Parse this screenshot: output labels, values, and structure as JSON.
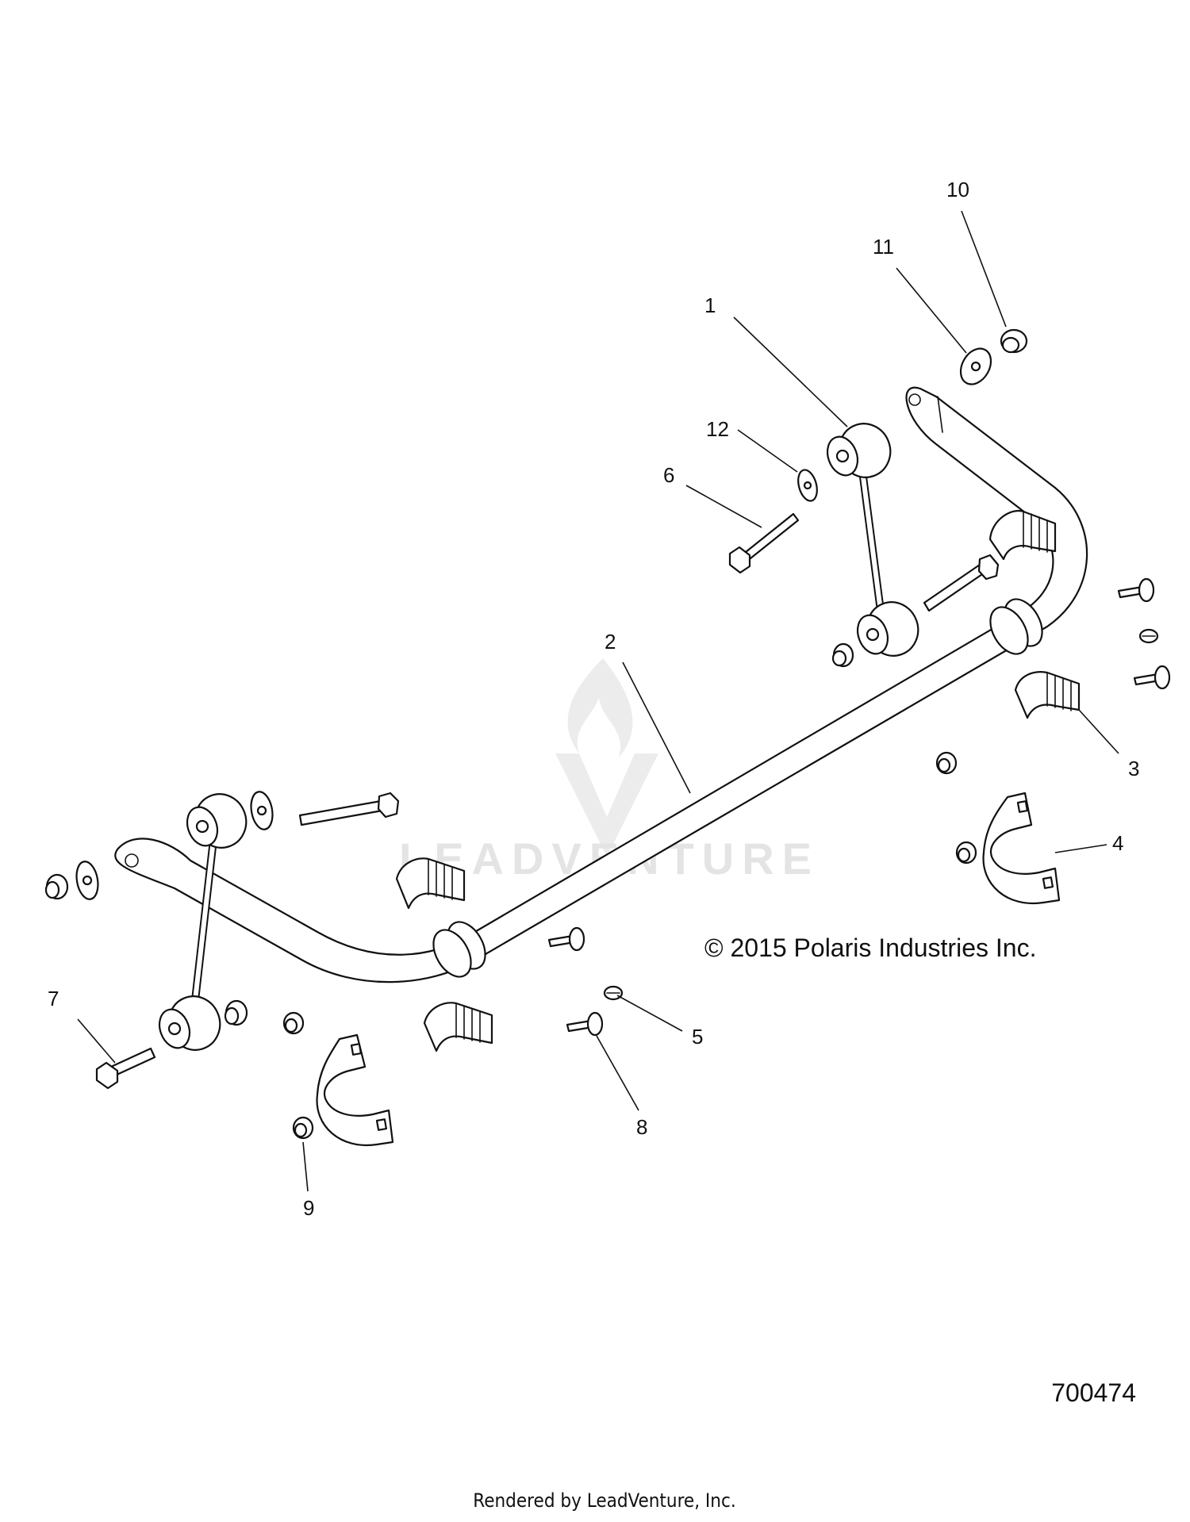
{
  "watermark": {
    "text": "LEADVENTURE",
    "color": "#e4e4e4"
  },
  "callouts": [
    {
      "id": "1",
      "label": "1"
    },
    {
      "id": "2",
      "label": "2"
    },
    {
      "id": "3",
      "label": "3"
    },
    {
      "id": "4",
      "label": "4"
    },
    {
      "id": "5",
      "label": "5"
    },
    {
      "id": "6",
      "label": "6"
    },
    {
      "id": "7",
      "label": "7"
    },
    {
      "id": "8",
      "label": "8"
    },
    {
      "id": "9",
      "label": "9"
    },
    {
      "id": "10",
      "label": "10"
    },
    {
      "id": "11",
      "label": "11"
    },
    {
      "id": "12",
      "label": "12"
    }
  ],
  "copyright": "© 2015 Polaris Industries Inc.",
  "diagram_number": "700474",
  "footer": "Rendered by LeadVenture, Inc."
}
